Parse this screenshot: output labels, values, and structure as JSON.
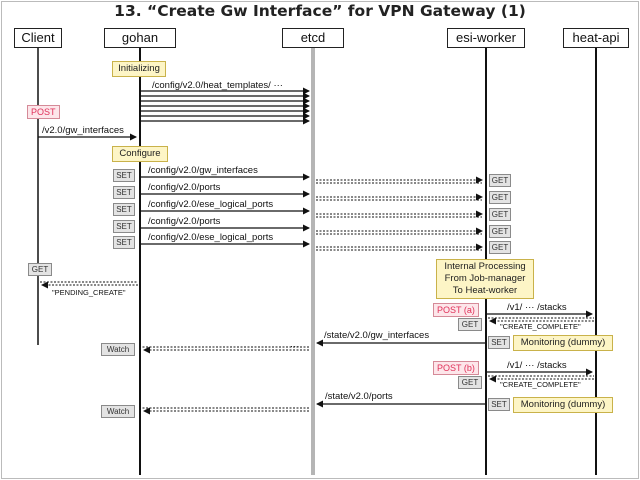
{
  "title": "13. “Create Gw Interface” for VPN Gateway (1)",
  "actors": [
    "Client",
    "gohan",
    "etcd",
    "esi-worker",
    "heat-api"
  ],
  "notes": {
    "initializing": "Initializing",
    "configure": "Configure",
    "internal": [
      "Internal Processing",
      "From Job-manager",
      "To Heat-worker"
    ],
    "monitoring_a": "Monitoring (dummy)",
    "monitoring_b": "Monitoring (dummy)"
  },
  "messages": {
    "heat_templates": "/config/v2.0/heat_templates/ ···",
    "post_gw": "/v2.0/gw_interfaces",
    "set": [
      "/config/v2.0/gw_interfaces",
      "/config/v2.0/ports",
      "/config/v2.0/ese_logical_ports",
      "/config/v2.0/ports",
      "/config/v2.0/ese_logical_ports"
    ],
    "pending": "\"PENDING_CREATE\"",
    "stacks_a": "/v1/ ··· /stacks",
    "complete_a": "\"CREATE_COMPLETE\"",
    "state_gw": "/state/v2.0/gw_interfaces",
    "stacks_b": "/v1/ ··· /stacks",
    "complete_b": "\"CREATE_COMPLETE\"",
    "state_ports": "/state/v2.0/ports",
    "watch_dots": "···"
  },
  "chips": {
    "post": "POST",
    "post_a": "POST (a)",
    "post_b": "POST (b)",
    "set": "SET",
    "get": "GET",
    "watch": "Watch"
  },
  "colors": {
    "line": "#111111",
    "etcd_lifeline": "#b5b5b5",
    "note_fill": "#fdf5c6",
    "post_text": "#e0315a"
  }
}
